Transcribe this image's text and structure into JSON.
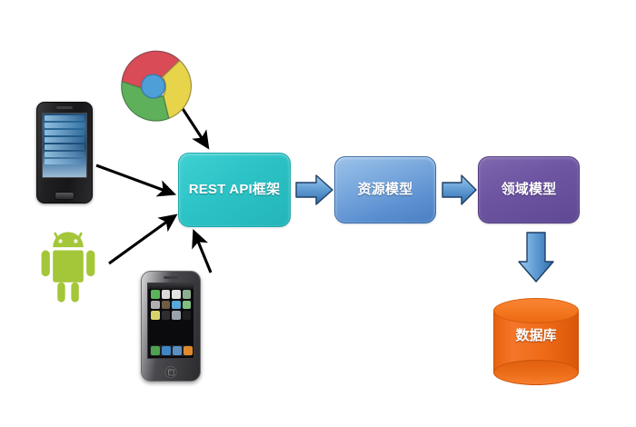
{
  "diagram": {
    "title": "REST API Architecture Flow",
    "background_color": "#ffffff",
    "process_boxes": [
      {
        "id": "rest-api-framework",
        "label": "REST API框架",
        "label_line1": "REST API框",
        "label_line2": "架",
        "fill_color": "#2cc3c6",
        "text_color": "#ffffff"
      },
      {
        "id": "resource-model",
        "label": "资源模型",
        "fill_color": "#5a8fd0",
        "text_color": "#ffffff"
      },
      {
        "id": "domain-model",
        "label": "领域模型",
        "fill_color": "#6d55a2",
        "text_color": "#ffffff"
      }
    ],
    "datastore": {
      "id": "database",
      "label": "数据库",
      "shape": "cylinder",
      "fill_color": "#ef6a16",
      "text_color": "#ffffff"
    },
    "clients": [
      {
        "id": "chrome-browser",
        "icon": "chrome-logo-icon",
        "colors": [
          "#d94b57",
          "#5eb05a",
          "#e8d44b",
          "#4e9fd8"
        ]
      },
      {
        "id": "htc-smartphone",
        "icon": "htc-phone-icon",
        "colors": [
          "#1b1b1e",
          "#2f6f9e"
        ]
      },
      {
        "id": "android-robot",
        "icon": "android-robot-icon",
        "colors": [
          "#a4c639"
        ]
      },
      {
        "id": "apple-iphone",
        "icon": "iphone-icon",
        "colors": [
          "#0b0b0d",
          "#c7c7cb"
        ]
      }
    ],
    "connectors": [
      {
        "id": "chrome-to-rest",
        "from": "chrome-browser",
        "to": "rest-api-framework",
        "style": "thin-black-arrow"
      },
      {
        "id": "htc-to-rest",
        "from": "htc-smartphone",
        "to": "rest-api-framework",
        "style": "thin-black-arrow"
      },
      {
        "id": "android-to-rest",
        "from": "android-robot",
        "to": "rest-api-framework",
        "style": "thin-black-arrow"
      },
      {
        "id": "iphone-to-rest",
        "from": "apple-iphone",
        "to": "rest-api-framework",
        "style": "thin-black-arrow"
      },
      {
        "id": "rest-to-resource",
        "from": "rest-api-framework",
        "to": "resource-model",
        "style": "blue-block-arrow-right"
      },
      {
        "id": "resource-to-domain",
        "from": "resource-model",
        "to": "domain-model",
        "style": "blue-block-arrow-right"
      },
      {
        "id": "domain-to-database",
        "from": "domain-model",
        "to": "database",
        "style": "blue-block-arrow-down"
      }
    ],
    "arrow_colors": {
      "block_arrow_fill_light": "#7fb2e0",
      "block_arrow_fill_dark": "#2f6cab",
      "block_arrow_stroke": "#1f3f66",
      "thin_arrow": "#000000"
    }
  }
}
